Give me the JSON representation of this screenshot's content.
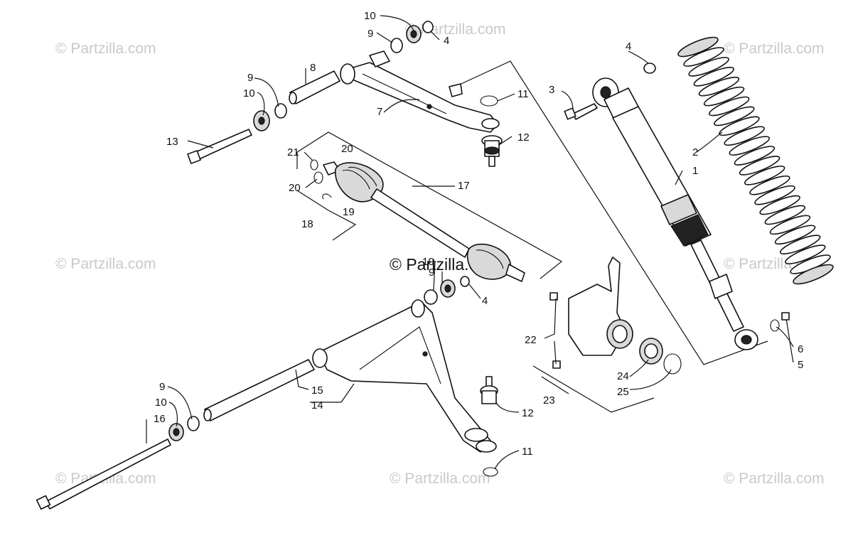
{
  "watermarks": {
    "text": "© Partzilla.com",
    "center_text": "© Partzilla.com"
  },
  "callouts": {
    "c10_top": "10",
    "c9_top": "9",
    "c4_top": "4",
    "c9_left": "9",
    "c10_left": "10",
    "c8": "8",
    "c7": "7",
    "c11_top": "11",
    "c12_top": "12",
    "c13": "13",
    "c21": "21",
    "c20_a": "20",
    "c20_b": "20",
    "c19": "19",
    "c18": "18",
    "c17": "17",
    "c4_right": "4",
    "c3": "3",
    "c2": "2",
    "c1": "1",
    "c10_mid": "10",
    "c9_mid": "9",
    "c4_mid": "4",
    "c22": "22",
    "c23": "23",
    "c24": "24",
    "c25": "25",
    "c6": "6",
    "c5": "5",
    "c15": "15",
    "c14": "14",
    "c12_bot": "12",
    "c11_bot": "11",
    "c9_bot": "9",
    "c10_bot": "10",
    "c16": "16"
  }
}
